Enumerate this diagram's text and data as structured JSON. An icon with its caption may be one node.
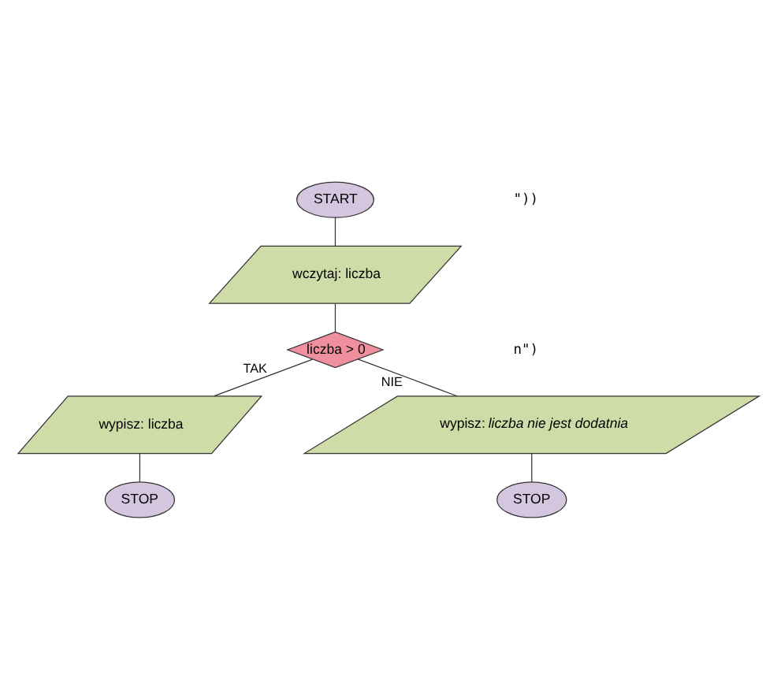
{
  "diagram": {
    "nodes": [
      {
        "text": [
          "START"
        ]
      },
      {
        "text": [
          "wczytaj: liczba"
        ]
      },
      {
        "text": [
          "liczba > 0"
        ]
      },
      {
        "text": [
          "wypisz: liczba"
        ]
      },
      {
        "text": [
          "wypisz: *liczba nie jest dodatnia*"
        ]
      },
      {
        "text": [
          "STOP"
        ]
      },
      {
        "text": [
          "STOP"
        ]
      }
    ],
    "edges": [
      {
        "from": 0,
        "to": 1,
        "arrow": "none"
      },
      {
        "from": 1,
        "to": 2,
        "arrow": "none"
      },
      {
        "from": 2,
        "to": 3,
        "arrow": "none",
        "label": "TAK"
      },
      {
        "from": 2,
        "to": 4,
        "arrow": "none",
        "label": "NIE"
      },
      {
        "from": 3,
        "to": 5,
        "arrow": "none"
      },
      {
        "from": 4,
        "to": 6,
        "arrow": "none"
      }
    ],
    "labels": [
      "\"))",
      "n\")"
    ]
  }
}
